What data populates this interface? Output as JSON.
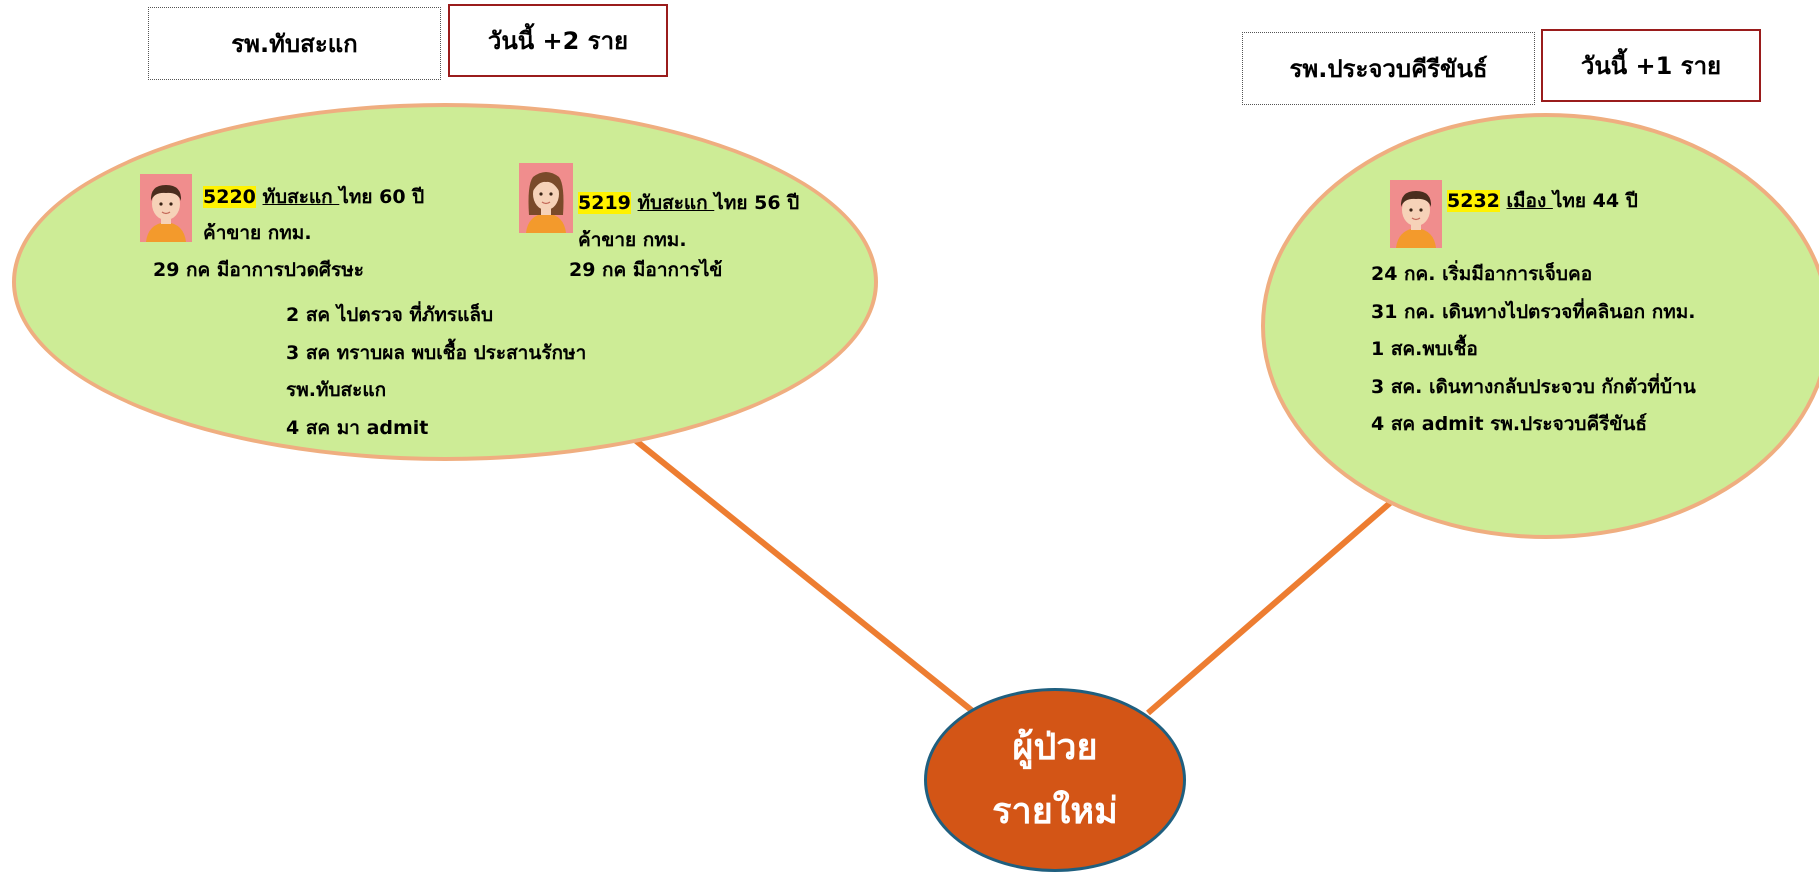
{
  "center": {
    "line1": "ผู้ป่วย",
    "line2": "รายใหม่"
  },
  "colors": {
    "ellipse_fill": "#cdec96",
    "ellipse_border": "#efae80",
    "connector": "#ed7d31",
    "center_fill": "#d35516",
    "center_border": "#1f5f7f",
    "today_border": "#9a1c1c",
    "highlight": "#fff200"
  },
  "left_group": {
    "hospital": "รพ.ทับสะแก",
    "today": "วันนี้ +2 ราย",
    "case1": {
      "avatar_icon": "male-avatar-icon",
      "id": "5220",
      "district": "ทับสะแก ",
      "rest": "ไทย 60 ปี",
      "line2": "ค้าขาย กทม.",
      "line3": "29 กค มีอาการปวดศีรษะ"
    },
    "case2": {
      "avatar_icon": "female-avatar-icon",
      "id": "5219",
      "district": "ทับสะแก ",
      "rest": "ไทย 56 ปี",
      "line2": "ค้าขาย กทม.",
      "line3": "29 กค มีอาการไข้"
    },
    "timeline": [
      "2 สค ไปตรวจ ที่ภัทรแล็บ",
      "3 สค ทราบผล พบเชื้อ ประสานรักษา",
      "รพ.ทับสะแก",
      "4 สค มา admit"
    ]
  },
  "right_group": {
    "hospital": "รพ.ประจวบคีรีขันธ์",
    "today": "วันนี้ +1 ราย",
    "case1": {
      "avatar_icon": "male-avatar-icon",
      "id": "5232",
      "district": "เมือง ",
      "rest": "ไทย 44 ปี"
    },
    "timeline": [
      "24 กค. เริ่มมีอาการเจ็บคอ",
      "31 กค. เดินทางไปตรวจที่คลินอก กทม.",
      "1 สค.พบเชื้อ",
      "3 สค. เดินทางกลับประจวบ กักตัวที่บ้าน",
      "4 สค admit รพ.ประจวบคีรีขันธ์"
    ]
  }
}
